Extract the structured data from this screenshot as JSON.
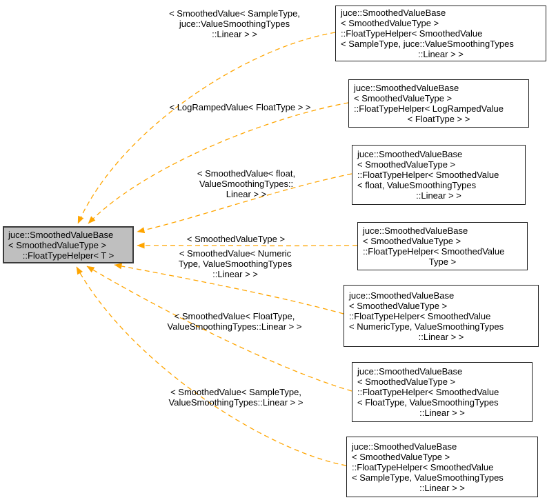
{
  "colors": {
    "edge": "#ffa500",
    "node_border": "#1f1f1f",
    "node_fill": "#ffffff",
    "main_node_fill": "#bfbfbf",
    "text": "#000000",
    "background": "#ffffff"
  },
  "main_node": {
    "lines": [
      "juce::SmoothedValueBase",
      "< SmoothedValueType >",
      "::FloatTypeHelper< T >"
    ]
  },
  "nodes": [
    {
      "lines": [
        "juce::SmoothedValueBase",
        "< SmoothedValueType >",
        "::FloatTypeHelper< SmoothedValue",
        "< SampleType, juce::ValueSmoothingTypes",
        "::Linear > >"
      ]
    },
    {
      "lines": [
        "juce::SmoothedValueBase",
        "< SmoothedValueType >",
        "::FloatTypeHelper< LogRampedValue",
        "< FloatType > >"
      ]
    },
    {
      "lines": [
        "juce::SmoothedValueBase",
        "< SmoothedValueType >",
        "::FloatTypeHelper< SmoothedValue",
        "< float, ValueSmoothingTypes",
        "::Linear > >"
      ]
    },
    {
      "lines": [
        "juce::SmoothedValueBase",
        "< SmoothedValueType >",
        "::FloatTypeHelper< SmoothedValue",
        "Type >"
      ]
    },
    {
      "lines": [
        "juce::SmoothedValueBase",
        "< SmoothedValueType >",
        "::FloatTypeHelper< SmoothedValue",
        "< NumericType, ValueSmoothingTypes",
        "::Linear > >"
      ]
    },
    {
      "lines": [
        "juce::SmoothedValueBase",
        "< SmoothedValueType >",
        "::FloatTypeHelper< SmoothedValue",
        "< FloatType, ValueSmoothingTypes",
        "::Linear > >"
      ]
    },
    {
      "lines": [
        "juce::SmoothedValueBase",
        "< SmoothedValueType >",
        "::FloatTypeHelper< SmoothedValue",
        "< SampleType, ValueSmoothingTypes",
        "::Linear > >"
      ]
    }
  ],
  "edge_labels": [
    {
      "lines": [
        "< SmoothedValue< SampleType,",
        "juce::ValueSmoothingTypes",
        "::Linear > >"
      ]
    },
    {
      "lines": [
        "< LogRampedValue< FloatType > >"
      ]
    },
    {
      "lines": [
        "< SmoothedValue< float,",
        "ValueSmoothingTypes::",
        "Linear > >"
      ]
    },
    {
      "lines": [
        "< SmoothedValueType >"
      ]
    },
    {
      "lines": [
        "< SmoothedValue< Numeric",
        "Type, ValueSmoothingTypes",
        "::Linear > >"
      ]
    },
    {
      "lines": [
        "< SmoothedValue< FloatType,",
        "ValueSmoothingTypes::Linear > >"
      ]
    },
    {
      "lines": [
        "< SmoothedValue< SampleType,",
        "ValueSmoothingTypes::Linear > >"
      ]
    }
  ]
}
